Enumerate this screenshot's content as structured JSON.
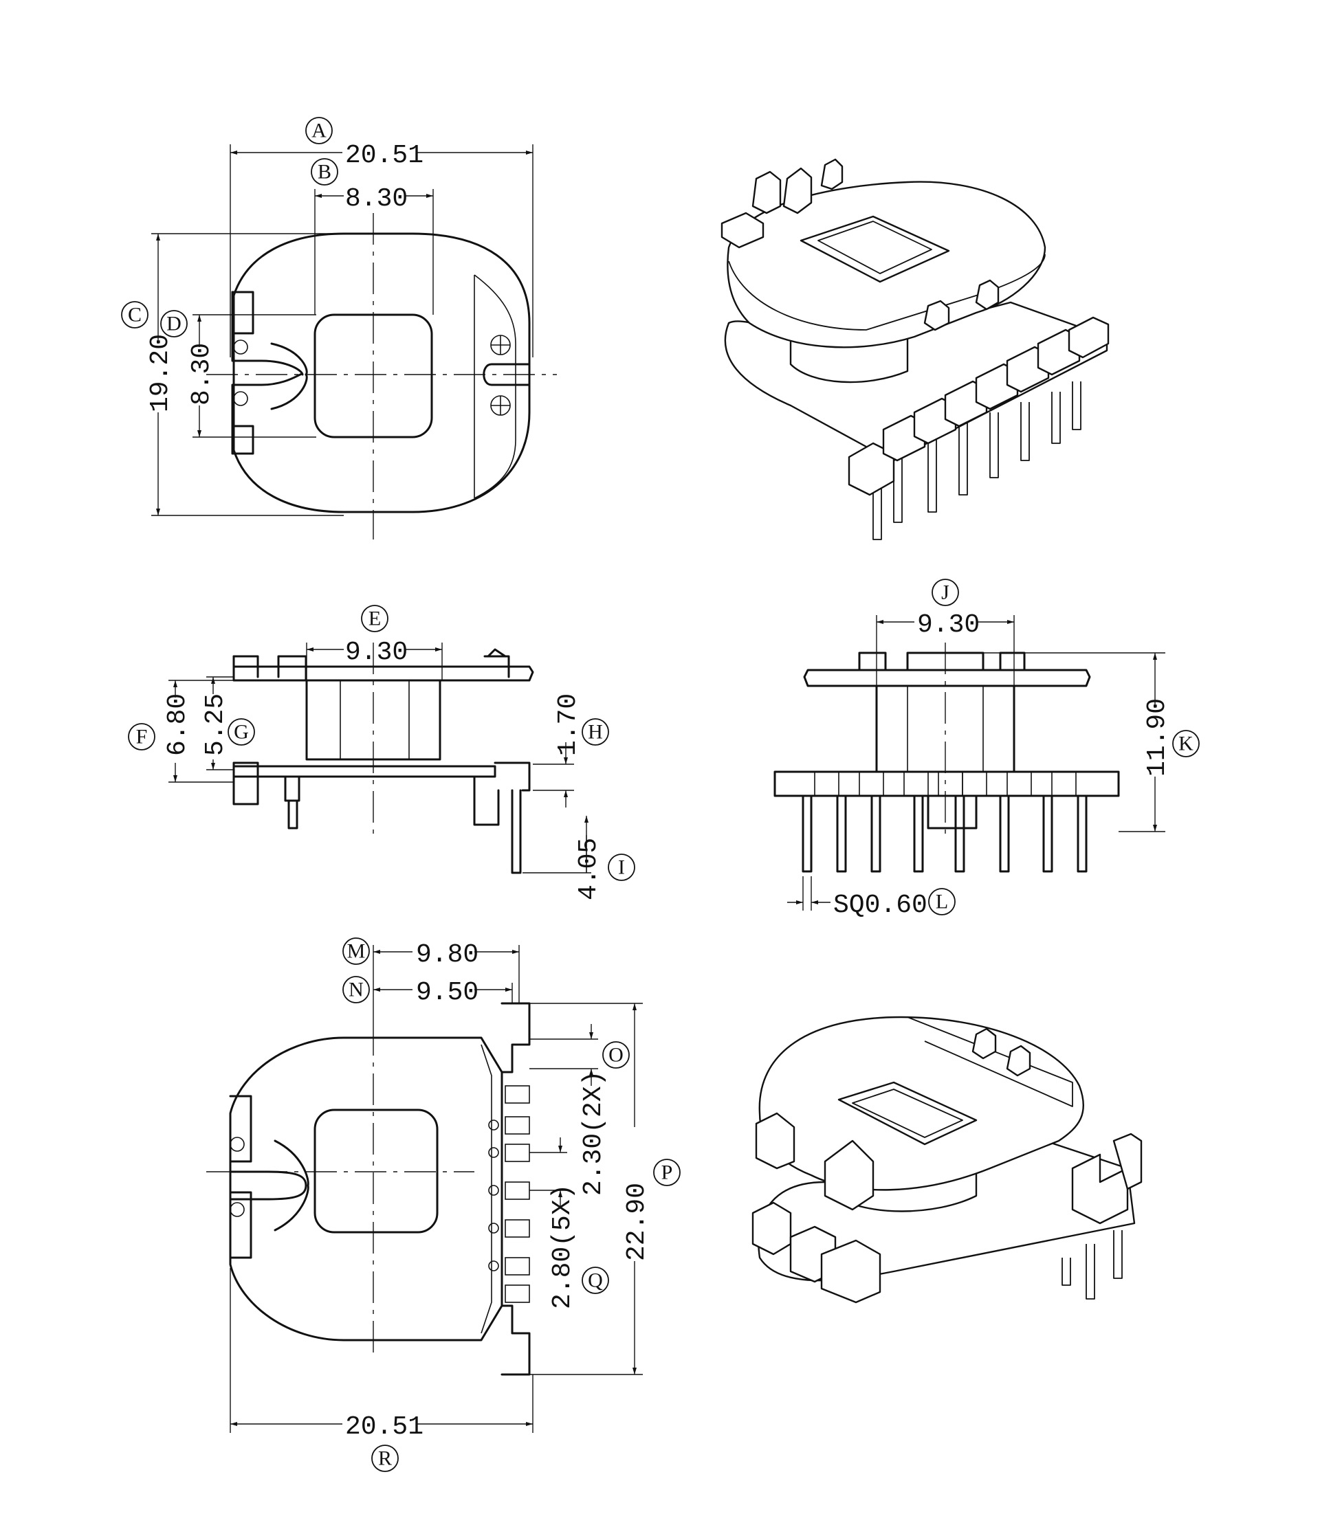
{
  "dimensions": {
    "top_width": "20.51",
    "core_width": "8.30",
    "height_total": "19.20",
    "core_height": "8.30",
    "flange_width_side": "9.30",
    "flange_distance": "6.80",
    "inner_height": "5.25",
    "base_thick": "1.70",
    "pin_length_side": "4.05",
    "front_flange_width": "9.30",
    "overall_height": "11.90",
    "pin_square": "SQ0.60",
    "pin_row_offset_1": "9.80",
    "pin_row_offset_2": "9.50",
    "pitch_2x": "2.30(2X)",
    "overall_length": "22.90",
    "pitch_5x": "2.80(5X)",
    "bottom_width": "20.51"
  },
  "labels": {
    "A": "A",
    "B": "B",
    "C": "C",
    "D": "D",
    "E": "E",
    "F": "F",
    "G": "G",
    "H": "H",
    "I": "I",
    "J": "J",
    "K": "K",
    "L": "L",
    "M": "M",
    "N": "N",
    "O": "O",
    "P": "P",
    "Q": "Q",
    "R": "R"
  }
}
